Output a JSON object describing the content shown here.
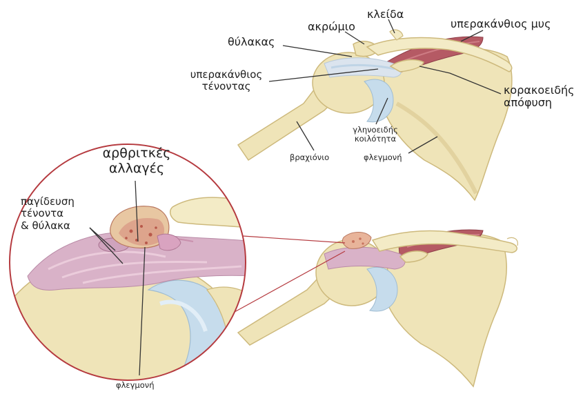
{
  "labels": {
    "acromion": "ακρώμιο",
    "clavicle": "κλείδα",
    "supraspinatus_muscle": "υπερακάνθιος μυς",
    "bursa": "θύλακας",
    "supraspinatus_tendon_line1": "υπερακάνθιος",
    "supraspinatus_tendon_line2": "τένοντας",
    "coracoid_line1": "κορακοειδής",
    "coracoid_line2": "απόφυση",
    "glenoid_line1": "γληνοειδής",
    "glenoid_line2": "κοιλότητα",
    "humerus": "βραχιόνιο",
    "inflammation_top": "φλεγμονή",
    "arthritic_line1": "αρθριτκές",
    "arthritic_line2": "αλλαγές",
    "impingement_line1": "παγίδευση",
    "impingement_line2": "τένοντα",
    "impingement_line3": "& θύλακα",
    "inflammation_bottom": "φλεγμονή"
  },
  "colors": {
    "bone": "#efe4b8",
    "bone_shade": "#d9c78c",
    "muscle": "#b55a64",
    "tendon": "#d9b2c8",
    "cartilage": "#c6dcec",
    "bursa": "#cfe0f0",
    "circle_outline": "#b53a3f",
    "arthritic": "#e8b49a",
    "leader": "#333333"
  }
}
